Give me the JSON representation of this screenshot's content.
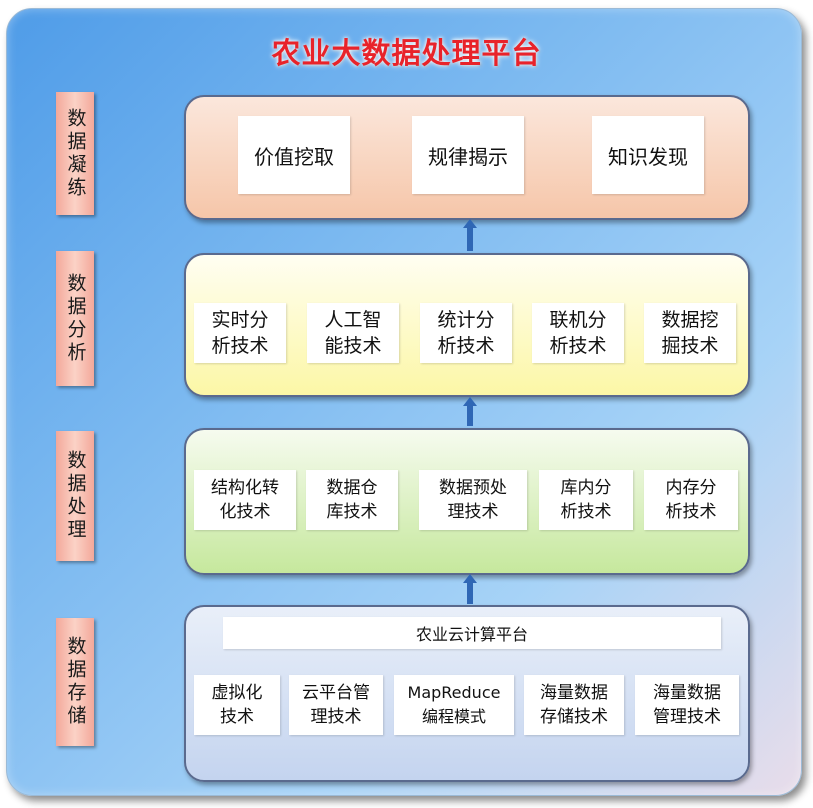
{
  "title": "农业大数据处理平台",
  "layers": [
    {
      "label": "数据凝练",
      "items": [
        "价值挖取",
        "规律揭示",
        "知识发现"
      ]
    },
    {
      "label": "数据分析",
      "items": [
        "实时分\n析技术",
        "人工智\n能技术",
        "统计分\n析技术",
        "联机分\n析技术",
        "数据挖\n掘技术"
      ]
    },
    {
      "label": "数据处理",
      "items": [
        "结构化转\n化技术",
        "数据仓\n库技术",
        "数据预处\n理技术",
        "库内分\n析技术",
        "内存分\n析技术"
      ]
    },
    {
      "label": "数据存储",
      "platform": "农业云计算平台",
      "items": [
        "虚拟化\n技术",
        "云平台管\n理技术",
        "MapReduce\n编程模式",
        "海量数据\n存储技术",
        "海量数据\n管理技术"
      ]
    }
  ]
}
